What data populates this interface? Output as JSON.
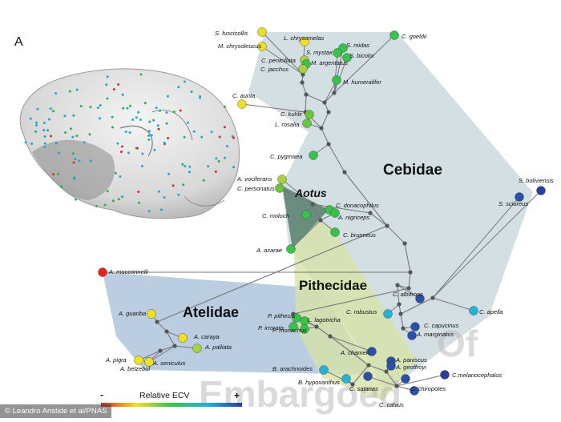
{
  "panel_label": "A",
  "groups": {
    "cebidae": "Cebidae",
    "aotus": "Aotus",
    "pithecidae": "Pithecidae",
    "atelidae": "Atelidae"
  },
  "watermark": {
    "of": "Of",
    "embargoed": "Embargoed"
  },
  "legend": {
    "low": "-",
    "label": "Relative ECV",
    "high": "+"
  },
  "credit": "© Leandro Aristide et al/PNAS",
  "colors": {
    "cebidae": "#c6d4da",
    "atelidae": "#aac2da",
    "pithecidae": "#d7e2a8",
    "aotus": "#5f8474",
    "edge": "#777777",
    "node": "#555555"
  },
  "species": [
    "S. fuscicollis",
    "L. chrysomelas",
    "M. chrysoleucus",
    "S. midas",
    "S. mystax",
    "S. bicolor",
    "C. goeldii",
    "C. penicillata",
    "M. argentatus",
    "C. jacchus",
    "M. humeralifer",
    "C. aurita",
    "C. kuhlii",
    "L. rosalia",
    "C. pygmaea",
    "S. boliviensis",
    "S. sciureus",
    "A. vociferans",
    "C. personatus",
    "C. donacophilus",
    "A. nigriceps",
    "C. moloch",
    "C. brunneus",
    "A. azarae",
    "A. macconnelli",
    "C. albifrons",
    "C. robustus",
    "C. apella",
    "A. guariba",
    "P. pithecia",
    "L. lagotricha",
    "C. capucinus",
    "P. irrorata",
    "P. monachus",
    "A. caraya",
    "A. marginatus",
    "A. palliata",
    "A. chamek",
    "A. pigra",
    "A. paniscus",
    "A. belzebul",
    "A. seniculus",
    "A. geoffroyi",
    "C.melanocephalus",
    "B. arachnoides",
    "B. hypoxanthus",
    "C. satanas",
    "C. chiropotes",
    "C. calvus"
  ]
}
